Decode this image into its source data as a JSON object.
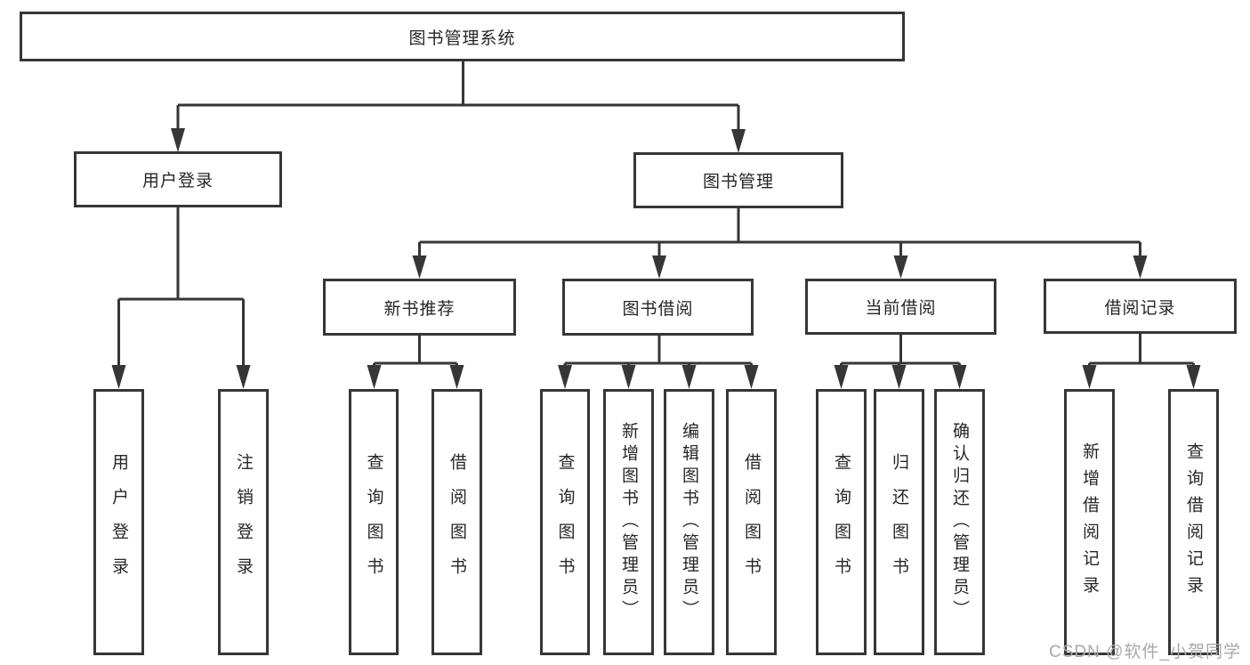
{
  "diagram_title": "图书管理系统",
  "nodes": {
    "root": {
      "label": "图书管理系统"
    },
    "user_login": {
      "label": "用户登录"
    },
    "book_management": {
      "label": "图书管理"
    },
    "login": {
      "label": "用户登录"
    },
    "logout": {
      "label": "注销登录"
    },
    "new_book_recommend": {
      "label": "新书推荐"
    },
    "book_borrowing": {
      "label": "图书借阅"
    },
    "current_borrowing": {
      "label": "当前借阅"
    },
    "borrowing_records": {
      "label": "借阅记录"
    },
    "nbr_query_books": {
      "label": "查询图书"
    },
    "nbr_borrow_books": {
      "label": "借阅图书"
    },
    "bb_query_books": {
      "label": "查询图书"
    },
    "bb_add_books": {
      "label": "新增图书（管理员）"
    },
    "bb_edit_books": {
      "label": "编辑图书（管理员）"
    },
    "bb_borrow_books": {
      "label": "借阅图书"
    },
    "cb_query_books": {
      "label": "查询图书"
    },
    "cb_return_books": {
      "label": "归还图书"
    },
    "cb_confirm_return": {
      "label": "确认归还（管理员）"
    },
    "br_add_record": {
      "label": "新增借阅记录"
    },
    "br_query_record": {
      "label": "查询借阅记录"
    }
  },
  "edges": [
    {
      "from": "root",
      "to": "user_login"
    },
    {
      "from": "root",
      "to": "book_management"
    },
    {
      "from": "user_login",
      "to": "login"
    },
    {
      "from": "user_login",
      "to": "logout"
    },
    {
      "from": "book_management",
      "to": "new_book_recommend"
    },
    {
      "from": "book_management",
      "to": "book_borrowing"
    },
    {
      "from": "book_management",
      "to": "current_borrowing"
    },
    {
      "from": "book_management",
      "to": "borrowing_records"
    },
    {
      "from": "new_book_recommend",
      "to": "nbr_query_books"
    },
    {
      "from": "new_book_recommend",
      "to": "nbr_borrow_books"
    },
    {
      "from": "book_borrowing",
      "to": "bb_query_books"
    },
    {
      "from": "book_borrowing",
      "to": "bb_add_books"
    },
    {
      "from": "book_borrowing",
      "to": "bb_edit_books"
    },
    {
      "from": "book_borrowing",
      "to": "bb_borrow_books"
    },
    {
      "from": "current_borrowing",
      "to": "cb_query_books"
    },
    {
      "from": "current_borrowing",
      "to": "cb_return_books"
    },
    {
      "from": "current_borrowing",
      "to": "cb_confirm_return"
    },
    {
      "from": "borrowing_records",
      "to": "br_add_record"
    },
    {
      "from": "borrowing_records",
      "to": "br_query_record"
    }
  ],
  "watermark": {
    "text": "CSDN @软件_小贺同学"
  },
  "colors": {
    "line": "#363636",
    "text": "#262626",
    "watermark": "#a8a8a8",
    "background": "#ffffff"
  }
}
